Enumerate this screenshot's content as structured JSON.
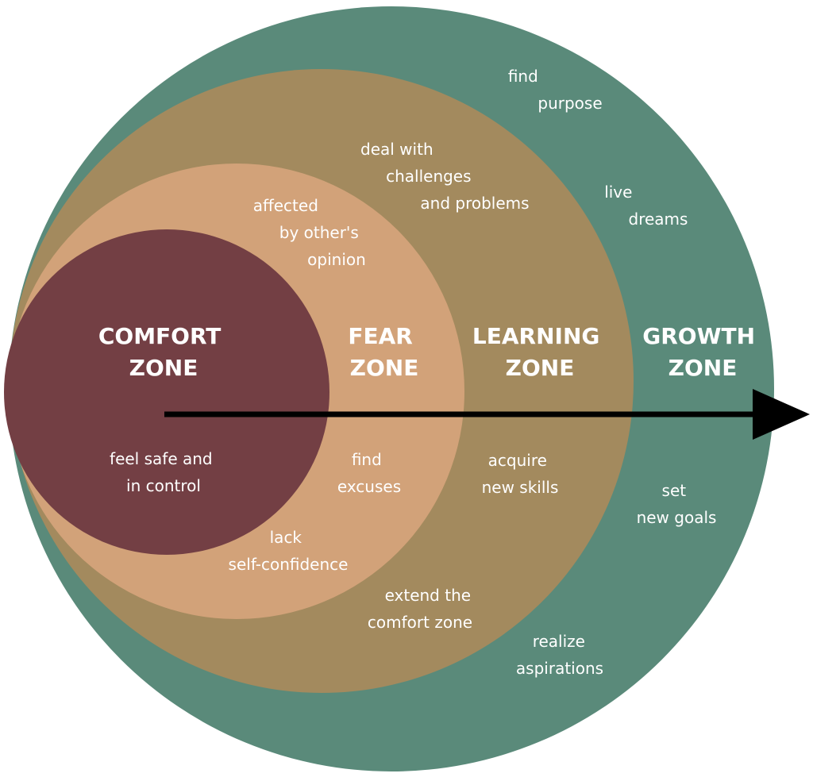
{
  "colors": {
    "background": "#ffffff",
    "growth_zone": "#5a8a7a",
    "learning_zone": "#a38a5e",
    "fear_zone": "#d2a279",
    "comfort_zone": "#733f44",
    "text": "#ffffff",
    "arrow": "#000000"
  },
  "zones": {
    "comfort": {
      "title": [
        "COMFORT",
        "ZONE"
      ],
      "items": [
        {
          "lines": [
            "feel safe and",
            "in control"
          ]
        }
      ]
    },
    "fear": {
      "title": [
        "FEAR",
        "ZONE"
      ],
      "items": [
        {
          "lines": [
            "affected",
            "by other's",
            "opinion"
          ]
        },
        {
          "lines": [
            "find",
            "excuses"
          ]
        },
        {
          "lines": [
            "lack",
            "self-confidence"
          ]
        }
      ]
    },
    "learning": {
      "title": [
        "LEARNING",
        "ZONE"
      ],
      "items": [
        {
          "lines": [
            "deal with",
            "challenges",
            "and problems"
          ]
        },
        {
          "lines": [
            "acquire",
            "new skills"
          ]
        },
        {
          "lines": [
            "extend the",
            "comfort zone"
          ]
        }
      ]
    },
    "growth": {
      "title": [
        "GROWTH",
        "ZONE"
      ],
      "items": [
        {
          "lines": [
            "find",
            "purpose"
          ]
        },
        {
          "lines": [
            "live",
            "dreams"
          ]
        },
        {
          "lines": [
            "set",
            "new goals"
          ]
        },
        {
          "lines": [
            "realize",
            "aspirations"
          ]
        }
      ]
    }
  }
}
